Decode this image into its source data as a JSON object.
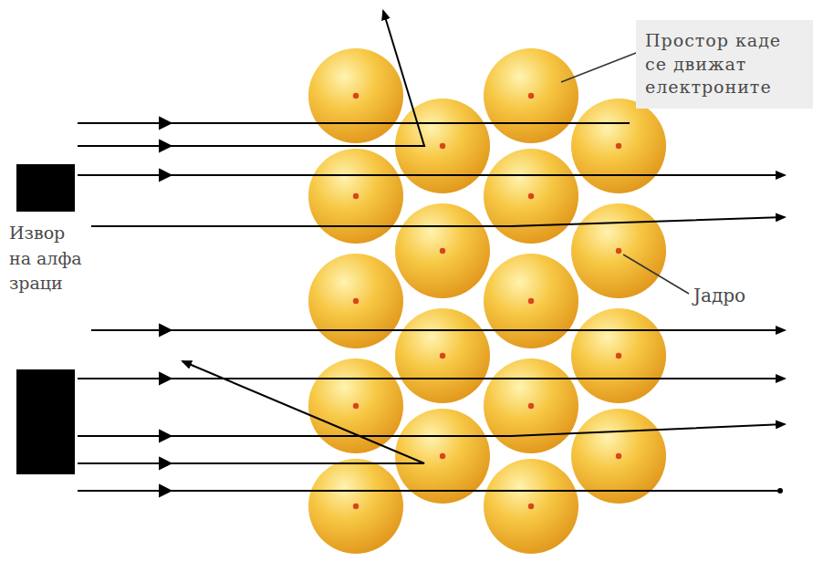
{
  "diagram": {
    "nodes": [
      {
        "text": [
          "Простор каде се движат електроните"
        ]
      }
    ],
    "labels": [
      "Извор на алфа зраци",
      "Јадро"
    ]
  }
}
